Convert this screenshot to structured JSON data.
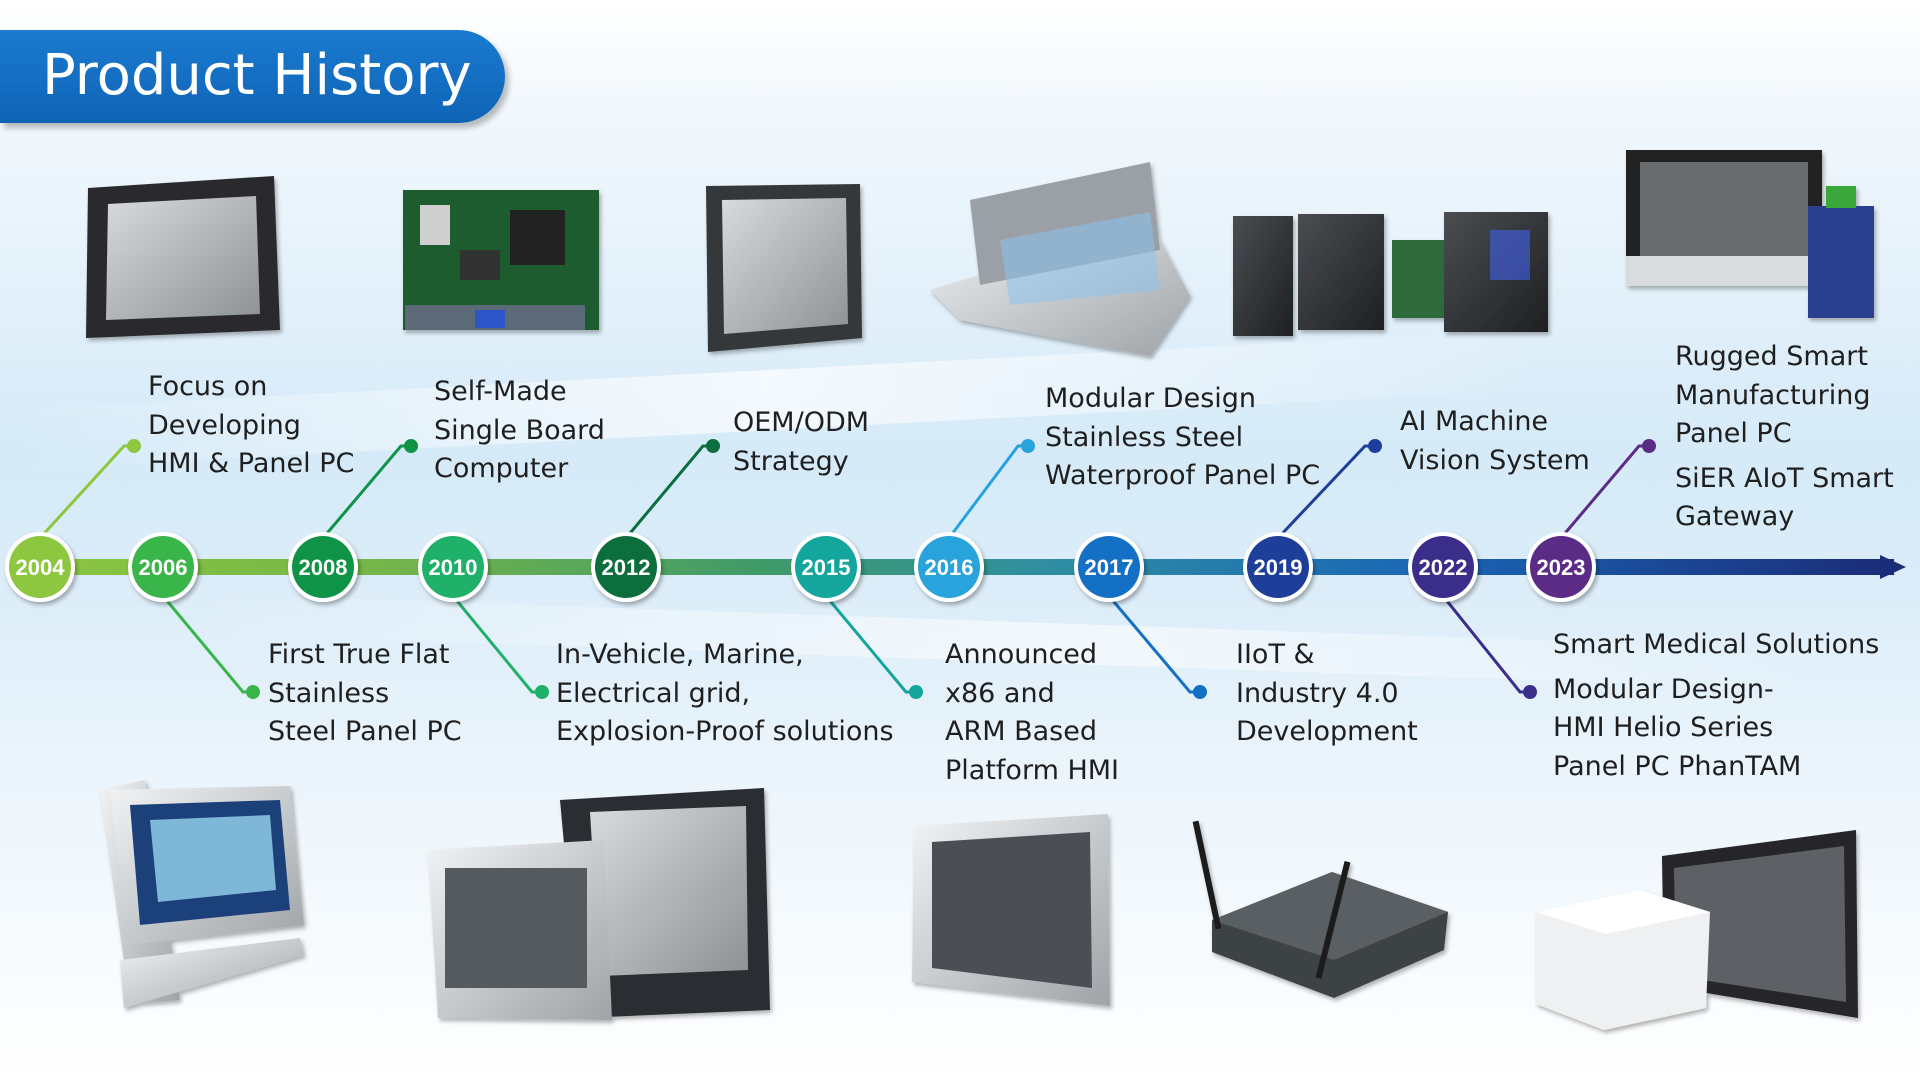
{
  "title": "Product History",
  "colors": {
    "banner": "#1169bf",
    "years": [
      "#8dc63f",
      "#3ab54a",
      "#0f9347",
      "#1fb06a",
      "#0b6e3c",
      "#14a59d",
      "#29a3dc",
      "#1470c4",
      "#1d3f9a",
      "#3a2e8a",
      "#5b2c86"
    ]
  },
  "milestones": [
    {
      "year": "2004",
      "position": "above",
      "lines": [
        "Focus on",
        "Developing",
        "HMI & Panel PC"
      ]
    },
    {
      "year": "2006",
      "position": "below",
      "lines": [
        "First True Flat",
        "Stainless",
        "Steel Panel PC"
      ]
    },
    {
      "year": "2008",
      "position": "above",
      "lines": [
        "Self-Made",
        "Single Board",
        "Computer"
      ]
    },
    {
      "year": "2010",
      "position": "below",
      "lines": [
        "In-Vehicle, Marine,",
        "Electrical grid,",
        "Explosion-Proof solutions"
      ]
    },
    {
      "year": "2012",
      "position": "above",
      "lines": [
        "OEM/ODM",
        "Strategy"
      ]
    },
    {
      "year": "2015",
      "position": "below",
      "lines": [
        "Announced",
        "x86 and",
        "ARM Based",
        "Platform HMI"
      ]
    },
    {
      "year": "2016",
      "position": "above",
      "lines": [
        "Modular Design",
        "Stainless  Steel",
        "Waterproof Panel PC"
      ]
    },
    {
      "year": "2017",
      "position": "below",
      "lines": [
        "IIoT &",
        "Industry 4.0",
        "Development"
      ]
    },
    {
      "year": "2019",
      "position": "above",
      "lines": [
        "AI Machine",
        "Vision System"
      ]
    },
    {
      "year": "2022",
      "position": "below",
      "lines": [
        "Smart Medical Solutions",
        "Modular Design-",
        "HMI Helio Series",
        "Panel PC PhanTAM"
      ]
    },
    {
      "year": "2023",
      "position": "above",
      "lines": [
        "Rugged Smart",
        "Manufacturing",
        "Panel PC",
        "SiER AIoT Smart",
        "Gateway"
      ]
    }
  ],
  "products": [
    "panel-pc",
    "single-board-computer",
    "panel-pc-black",
    "waterproof-modular-panel-pc",
    "machine-vision-boxes",
    "rugged-manufacturing-panel-pc",
    "stainless-panel-pc-stand",
    "vehicle-marine-panel-pc",
    "arm-platform-hmi",
    "iiot-gateway",
    "helio-modular-hmi"
  ]
}
